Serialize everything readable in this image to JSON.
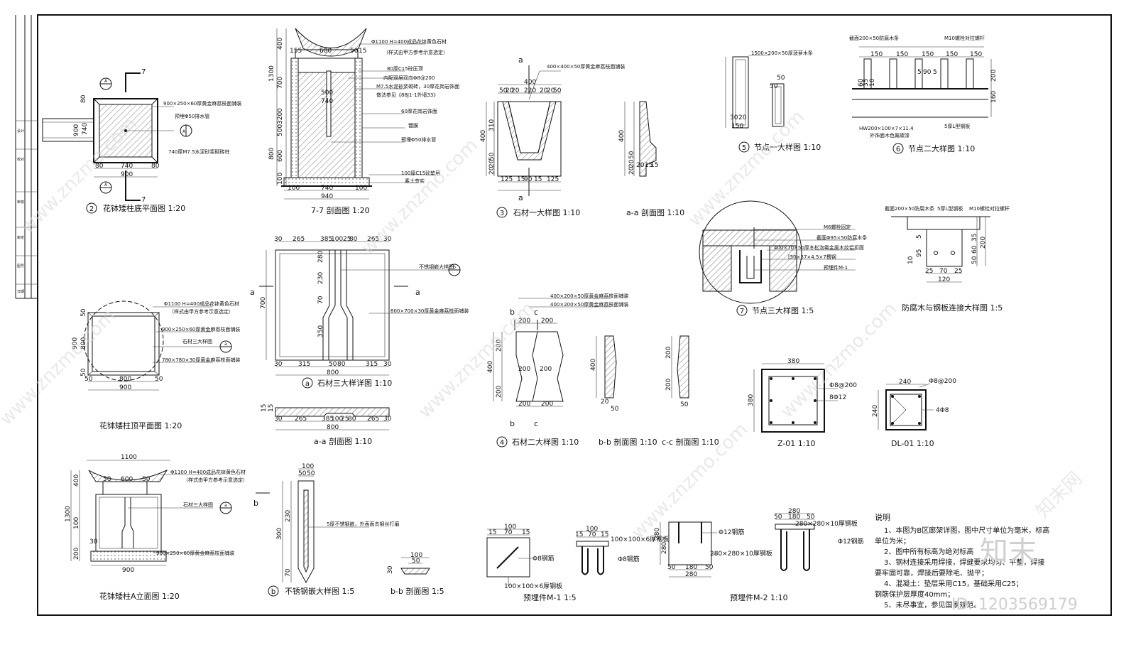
{
  "details": {
    "d2": {
      "num": "2",
      "title": "花钵矮柱底平面图 1:20",
      "dims_w": [
        "80",
        "740",
        "80"
      ],
      "total_w": "900",
      "dims_h": [
        "80",
        "740",
        "900"
      ],
      "labels": [
        "900×250×60厚黄金麻荔枝面铺装",
        "预埋Φ50排水管",
        "740厚M7.5水泥砂浆砌砖柱"
      ],
      "section_mark": "A",
      "cut_mark": "7"
    },
    "d77": {
      "title": "7-7 剖面图 1:20",
      "top_dims": [
        "155",
        "680",
        "50",
        "15"
      ],
      "mid_dims": [
        "500",
        "740"
      ],
      "bottom_dims": [
        "100",
        "740",
        "100",
        "940"
      ],
      "left_dims": [
        "400",
        "1300",
        "700",
        "3200",
        "500",
        "800",
        "600",
        "100"
      ],
      "labels": [
        "Φ1100 H=400成品花钵黄色石材",
        "（样式由甲方参考示意选定）",
        "80厚C15砼压顶",
        "内配双层双向Φ8@200",
        "M7.5水泥砂浆砌砖，30厚花岗岩饰面",
        "做法参见《88J1-1外墙33》",
        "60厚花岗岩饰面",
        "镀膜",
        "预埋Φ50排水管",
        "100厚C15砼垫层",
        "素土夯实"
      ]
    },
    "d3": {
      "num": "3",
      "title": "石材一大样图 1:10",
      "top_dim": "400",
      "sub_dims": [
        "50",
        "20",
        "20",
        "220",
        "20",
        "20",
        "50"
      ],
      "bottom_dims": [
        "125",
        "15",
        "90",
        "15",
        "125"
      ],
      "h_dims": [
        "400",
        "310",
        "50",
        "20",
        "20"
      ],
      "label": "400×400×50厚黄金麻荔枝面铺装",
      "mark": "a"
    },
    "daa": {
      "title": "a-a 剖面图 1:10",
      "h_dims": [
        "400",
        "50",
        "20",
        "20"
      ],
      "bottom_dims": [
        "20",
        "15",
        "15"
      ]
    },
    "d5": {
      "num": "5",
      "title": "节点一大样图 1:10",
      "label": "1500×200×50厚菠萝木条",
      "dims": [
        "50",
        "50",
        "30",
        "20",
        "150"
      ]
    },
    "d6": {
      "num": "6",
      "title": "节点二大样图 1:10",
      "top_labels": [
        "截面200×50防腐木条",
        "M10螺栓对拉螺杆"
      ],
      "top_dims": [
        "150",
        "150",
        "150",
        "150",
        "150"
      ],
      "mid_dims": [
        "60",
        "35",
        "10",
        "5",
        "90",
        "5"
      ],
      "right_dims": [
        "200",
        "160"
      ],
      "bottom_labels": [
        "HW200×100×7×11.4",
        "5厚L型钢板",
        "外饰面木色氟碳漆"
      ]
    },
    "d7": {
      "num": "7",
      "title": "节点三大样图 1:5",
      "labels": [
        "M6螺栓固定",
        "截面Φ95×50防腐木条",
        "400×70×50厚冬松泡霉金属木纹铝扣面",
        "[50×37×4.5×7槽钢",
        "预埋件M-1"
      ]
    },
    "dwood": {
      "title": "防腐木与钢板连接大样图 1:5",
      "labels": [
        "截面200×50防腐木条",
        "5厚L型钢板",
        "M10螺栓对拉螺杆"
      ],
      "bottom_dims": [
        "25",
        "70",
        "25",
        "120"
      ],
      "right_dims": [
        "50",
        "60",
        "35",
        "200"
      ],
      "left_dims": [
        "10",
        "95",
        "5"
      ]
    },
    "dtop": {
      "title": "花钵矮柱顶平面图 1:20",
      "labels": [
        "Φ1100 H=400成品花钵黄色石材",
        "（样式由甲方参考示意选定）",
        "900×250×60厚黄金麻荔枝面铺装",
        "石材三大样图",
        "780×780×30厚黄金麻荔枝面铺装"
      ],
      "dims_w": [
        "50",
        "800",
        "50"
      ],
      "total_w": "900",
      "dims_h": [
        "50",
        "900",
        "800",
        "50"
      ],
      "mark": "a"
    },
    "da": {
      "num": "a",
      "title": "石材三大样详图 1:10",
      "top_dims": [
        "30",
        "265",
        "385",
        "100",
        "25",
        "80",
        "265",
        "30"
      ],
      "mid_dims": [
        "280",
        "230",
        "70",
        "350"
      ],
      "bottom_dims": [
        "30",
        "315",
        "50",
        "80",
        "315",
        "30"
      ],
      "total": "800",
      "h_total": "700",
      "labels": [
        "不锈钢嵌大样图",
        "800×700×30厚黄金麻荔枝面铺装"
      ],
      "mark": "a",
      "ref": "b"
    },
    "daasec": {
      "title": "a-a 剖面图 1:10",
      "dims": [
        "30",
        "265",
        "385",
        "100",
        "25",
        "80",
        "265",
        "30",
        "800"
      ],
      "side_dims": [
        "15",
        "15"
      ]
    },
    "delev": {
      "title": "花钵矮柱A立面图 1:20",
      "total_w": "1100",
      "sub_dims": [
        "50",
        "600",
        "50"
      ],
      "bottom_w": "900",
      "h_dims": [
        "400",
        "1300",
        "100",
        "30",
        "200"
      ],
      "labels": [
        "Φ1100 H=400成品花钵黄色石材",
        "（样式由甲方参考示意选定）",
        "石材三大样图",
        "900×250×60厚黄金麻荔枝面铺装"
      ],
      "mark": "a"
    },
    "d4": {
      "num": "4",
      "title": "石材二大样图 1:10",
      "labels": [
        "400×200×50厚黄金麻荔枝面铺装",
        "400×200×50厚黄金麻荔枝面铺装"
      ],
      "dims": [
        "200",
        "200",
        "200",
        "200",
        "200",
        "200"
      ],
      "h_dims": [
        "200",
        "400",
        "200"
      ],
      "marks": [
        "b",
        "c"
      ]
    },
    "dbb": {
      "title": "b-b 剖面图 1:10",
      "dims": [
        "400",
        "20",
        "50"
      ]
    },
    "dcc": {
      "title": "c-c 剖面图 1:10",
      "dims": [
        "200",
        "200",
        "50"
      ]
    },
    "dz01": {
      "title": "Z-01 1:10",
      "w": "380",
      "h": "380",
      "labels": [
        "Φ8@200",
        "8Φ12"
      ]
    },
    "ddl01": {
      "title": "DL-01 1:10",
      "w": "240",
      "h": "240",
      "labels": [
        "Φ8@200",
        "4Φ8"
      ]
    },
    "db": {
      "num": "b",
      "title": "不锈钢嵌大样图 1:5",
      "top_dims": [
        "100",
        "50",
        "50"
      ],
      "h_dims": [
        "230",
        "300",
        "70"
      ],
      "label": "5厚不锈钢嵌，外表面去钢丝打磨",
      "mark": "b"
    },
    "dbbsec": {
      "title": "b-b 剖面图 1:5",
      "dims": [
        "100",
        "50",
        "30"
      ]
    },
    "dm1": {
      "title": "预埋件M-1 1:5",
      "dims": [
        "15",
        "70",
        "15",
        "100"
      ],
      "labels": [
        "Φ8钢筋",
        "100×100×6厚钢板"
      ]
    },
    "dm1b": {
      "dims": [
        "15",
        "70",
        "15",
        "100"
      ],
      "labels": [
        "100×100×6厚钢板",
        "Φ8钢筋"
      ]
    },
    "dm2": {
      "title": "预埋件M-2 1:10",
      "dims": [
        "50",
        "180",
        "50",
        "280",
        "280",
        "280"
      ],
      "labels": [
        "Φ12钢筋",
        "280×280×10厚钢板"
      ]
    },
    "dm2b": {
      "dims": [
        "50",
        "180",
        "50",
        "280"
      ],
      "labels": [
        "280×280×10厚钢板",
        "Φ12钢筋"
      ]
    }
  },
  "notes": {
    "heading": "说明",
    "items": [
      "1、本图为B区廊架详图，图中尺寸单位为毫米，标高",
      "单位为米；",
      "2、图中所有标高为绝对标高",
      "3、钢材连接采用焊接，焊缝要求均匀、平整，焊接",
      "要牢固可靠，焊接后要除毛、抛平；",
      "4、混凝土：垫层采用C15，基础采用C25；",
      "钢筋保护层厚度40mm；",
      "5、未尽事宜，参见国家规范。"
    ]
  },
  "watermarks": {
    "site": "www.znzmo.com",
    "brand": "知末网",
    "logo": "知末",
    "id": "ID: 1203569179"
  },
  "title_block": {
    "rows": [
      "设计",
      "校对",
      "审核",
      "审定",
      "图号",
      "日期"
    ]
  }
}
